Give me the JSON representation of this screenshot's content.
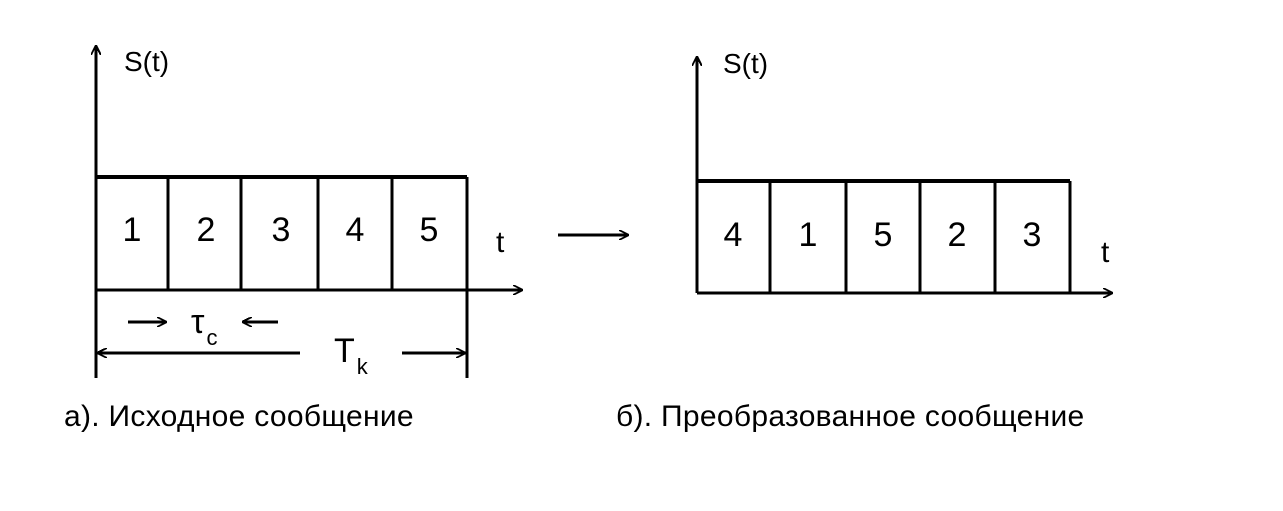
{
  "diagram_a": {
    "axis_y_label": "S(t)",
    "axis_x_label": "t",
    "cells": [
      "1",
      "2",
      "3",
      "4",
      "5"
    ],
    "tau_symbol": "τ",
    "tau_sub": "c",
    "period_symbol": "T",
    "period_sub": "k",
    "caption": "а). Исходное сообщение"
  },
  "diagram_b": {
    "axis_y_label": "S(t)",
    "axis_x_label": "t",
    "cells": [
      "4",
      "1",
      "5",
      "2",
      "3"
    ],
    "caption": "б). Преобразованное сообщение"
  },
  "colors": {
    "ink": "#000000",
    "background": "#ffffff"
  }
}
